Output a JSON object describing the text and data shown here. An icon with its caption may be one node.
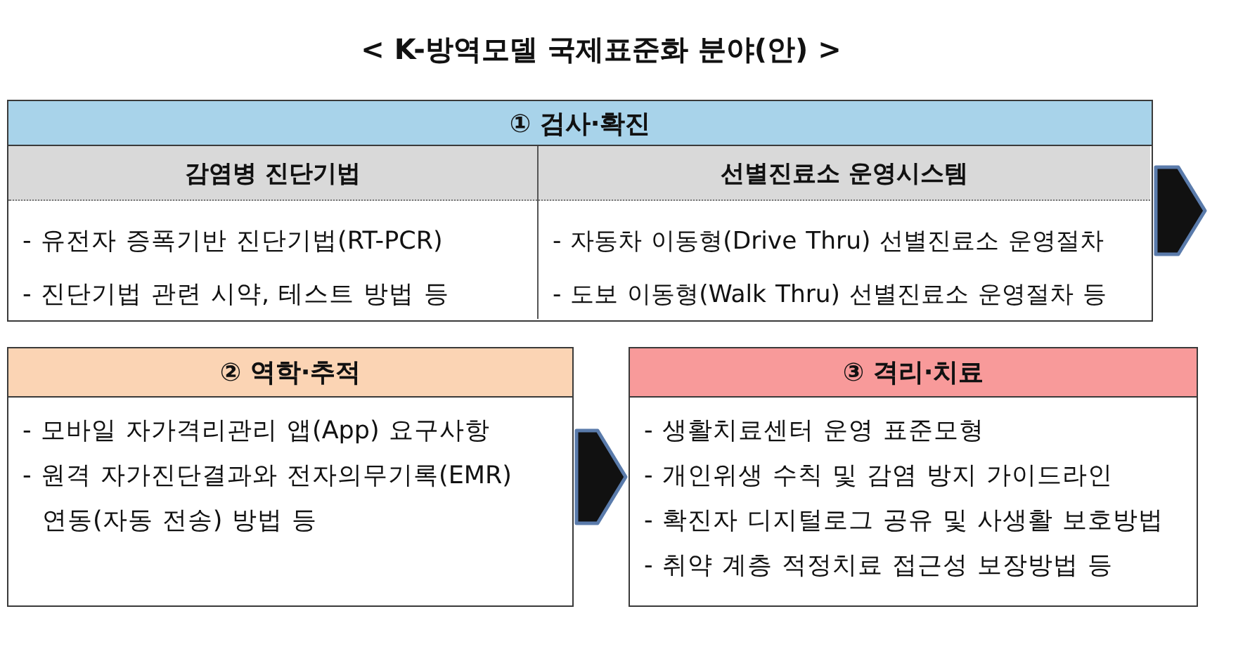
{
  "diagram": {
    "title": "< K-방역모델 국제표준화 분야(안) >",
    "nodes": [
      {
        "text": [
          "① 검사·확진"
        ]
      },
      {
        "text": [
          "감염병 진단기법",
          "- 유전자 증폭기반 진단기법(RT-PCR)",
          "- 진단기법 관련 시약, 테스트 방법 등"
        ],
        "in": 0
      },
      {
        "text": [
          "선별진료소 운영시스템",
          "- 자동차 이동형(Drive Thru) 선별진료소 운영절차",
          "- 도보 이동형(Walk Thru) 선별진료소 운영절차 등"
        ],
        "in": 0
      },
      {
        "text": [
          "② 역학·추적",
          "- 모바일 자가격리관리 앱(App) 요구사항",
          "- 원격 자가진단결과와 전자의무기록(EMR) 연동(자동 전송) 방법 등"
        ]
      },
      {
        "text": [
          "③ 격리·치료",
          "- 생활치료센터 운영 표준모형",
          "- 개인위생 수칙 및 감염 방지 가이드라인",
          "- 확진자 디지털로그 공유 및 사생활 보호방법",
          "- 취약 계층 적정치료 접근성 보장방법 등"
        ]
      }
    ],
    "edges": [
      {
        "from": 0,
        "to": null,
        "arrow": "to"
      },
      {
        "from": 3,
        "to": 4,
        "arrow": "to"
      }
    ]
  }
}
